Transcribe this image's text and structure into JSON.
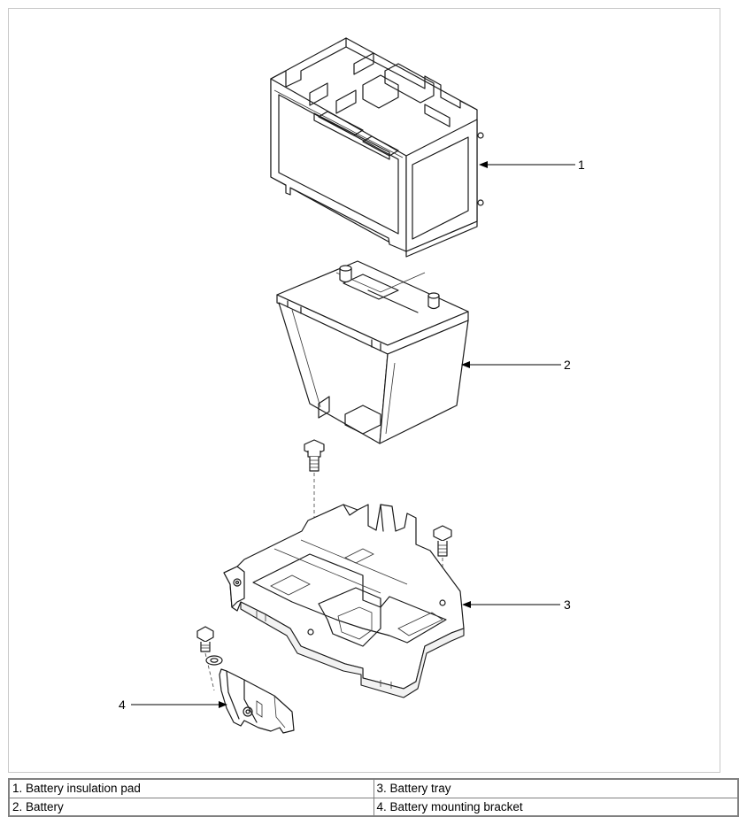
{
  "callouts": [
    {
      "number": "1"
    },
    {
      "number": "2"
    },
    {
      "number": "3"
    },
    {
      "number": "4"
    }
  ],
  "legend": {
    "rows": [
      [
        "1. Battery insulation pad",
        "3. Battery tray"
      ],
      [
        "2. Battery",
        "4. Battery mounting bracket"
      ]
    ]
  }
}
